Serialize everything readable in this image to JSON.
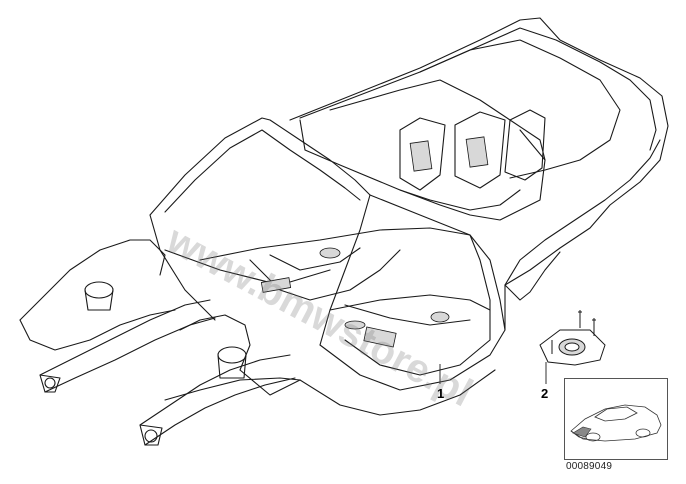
{
  "callouts": [
    {
      "label": "1",
      "part": "body-shell"
    },
    {
      "label": "2",
      "part": "mounting-plate"
    }
  ],
  "reference_number": "00089049",
  "watermark": "www.bmwstore.pl",
  "colors": {
    "line": "#1a1a1a",
    "fill": "#ffffff",
    "shade": "#d8d8d8"
  }
}
